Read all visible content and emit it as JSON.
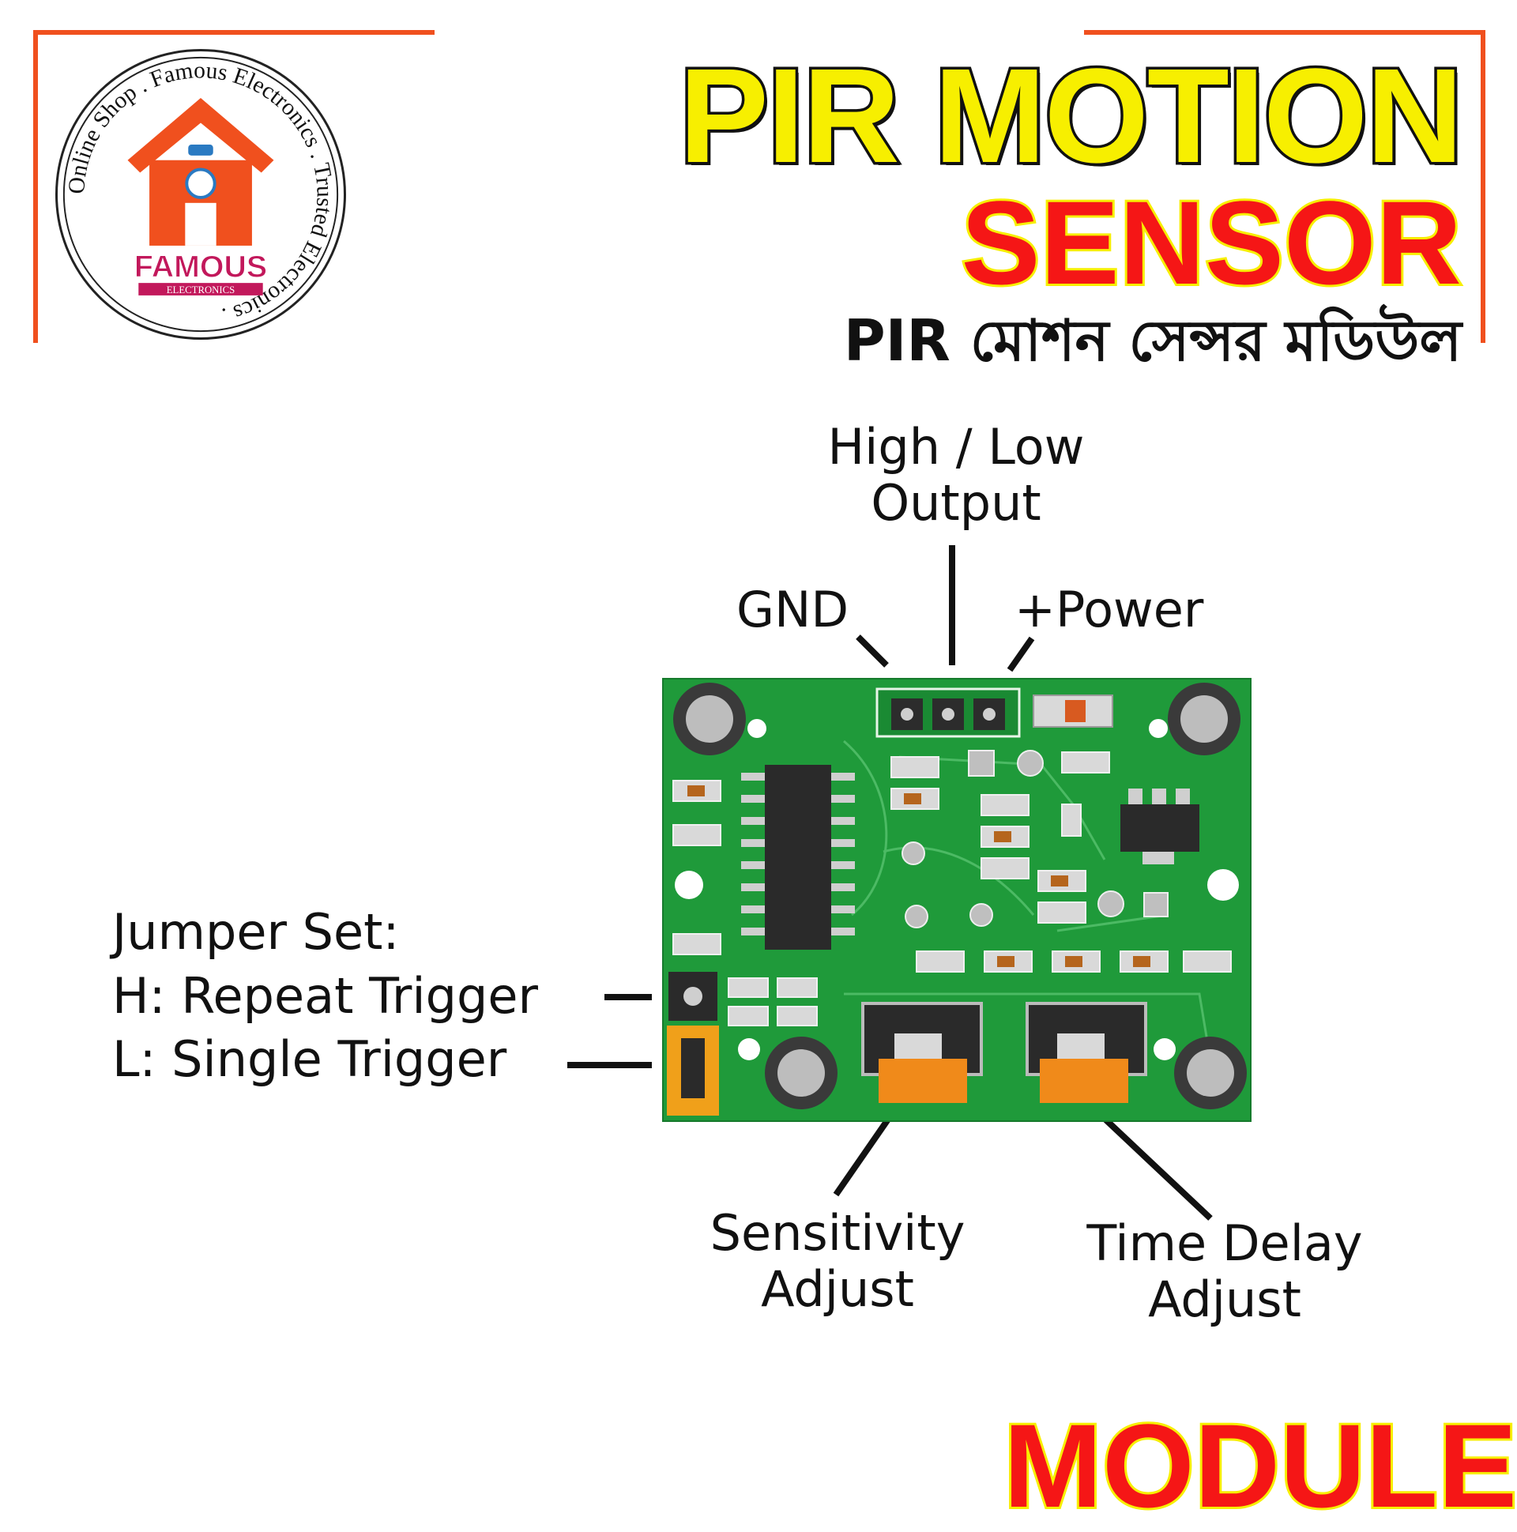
{
  "brand": {
    "ring_text": "Online Shop . Famous Electronics . Trusted Electronics .",
    "name": "FAMOUS",
    "sub": "ELECTRONICS",
    "colors": {
      "house": "#f0501e",
      "name": "#c2185b",
      "frame": "#f0501e"
    }
  },
  "title": {
    "line1": "PIR MOTION",
    "line2": "SENSOR",
    "bengali": "PIR মোশন সেন্সর মডিউল",
    "module": "MODULE",
    "colors": {
      "yellow": "#f7ef00",
      "red": "#f51616",
      "outline": "#111111"
    }
  },
  "labels": {
    "output_line1": "High / Low",
    "output_line2": "Output",
    "gnd": "GND",
    "power": "+Power",
    "jumper_title": "Jumper Set:",
    "jumper_h": "H: Repeat Trigger",
    "jumper_l": "L: Single Trigger",
    "sensitivity_line1": "Sensitivity",
    "sensitivity_line2": "Adjust",
    "delay_line1": "Time Delay",
    "delay_line2": "Adjust"
  },
  "board": {
    "pcb_color": "#1f9a3a",
    "pot_color": "#f08a1a",
    "chip_color": "#2a2a2a"
  }
}
